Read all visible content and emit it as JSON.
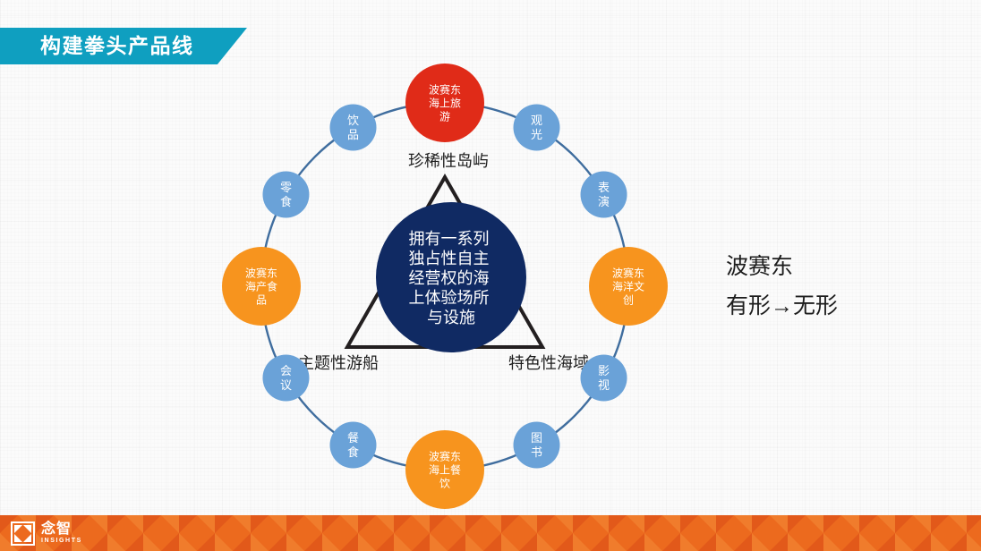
{
  "slide": {
    "title": "构建拳头产品线",
    "background_color": "#fbfbfb"
  },
  "colors": {
    "banner": "#0f9fc0",
    "ring_stroke": "#3f6d9e",
    "core": "#102a63",
    "primary_red": "#e02b18",
    "orange": "#f7941e",
    "blue_node": "#6aa2d8",
    "triangle": "#231f20",
    "footer": "#ec6a1e"
  },
  "core": {
    "label": "拥有一系列独占性自主经营权的海上体验场所与设施",
    "lines": [
      "拥有一系列",
      "独占性自主",
      "经营权的海",
      "上体验场所",
      "与设施"
    ]
  },
  "triangle_labels": [
    {
      "id": "top",
      "text": "珍稀性岛屿"
    },
    {
      "id": "bottom-left",
      "text": "主题性游船"
    },
    {
      "id": "bottom-right",
      "text": "特色性海域"
    }
  ],
  "ring_nodes": [
    {
      "id": "hero-tourism",
      "kind": "large",
      "color": "#e02b18",
      "lines": [
        "波赛东",
        "海上旅",
        "游"
      ]
    },
    {
      "id": "sightseeing",
      "kind": "small",
      "color": "#6aa2d8",
      "lines": [
        "观",
        "光"
      ]
    },
    {
      "id": "performance",
      "kind": "small",
      "color": "#6aa2d8",
      "lines": [
        "表",
        "演"
      ]
    },
    {
      "id": "marine-ip",
      "kind": "large",
      "color": "#f7941e",
      "lines": [
        "波赛东",
        "海洋文",
        "创"
      ]
    },
    {
      "id": "film-tv",
      "kind": "small",
      "color": "#6aa2d8",
      "lines": [
        "影",
        "视"
      ]
    },
    {
      "id": "books",
      "kind": "small",
      "color": "#6aa2d8",
      "lines": [
        "图",
        "书"
      ]
    },
    {
      "id": "dining",
      "kind": "large",
      "color": "#f7941e",
      "lines": [
        "波赛东",
        "海上餐",
        "饮"
      ]
    },
    {
      "id": "catering",
      "kind": "small",
      "color": "#6aa2d8",
      "lines": [
        "餐",
        "食"
      ]
    },
    {
      "id": "conference",
      "kind": "small",
      "color": "#6aa2d8",
      "lines": [
        "会",
        "议"
      ]
    },
    {
      "id": "seafood",
      "kind": "large",
      "color": "#f7941e",
      "lines": [
        "波赛东",
        "海产食",
        "品"
      ]
    },
    {
      "id": "snacks",
      "kind": "small",
      "color": "#6aa2d8",
      "lines": [
        "零",
        "食"
      ]
    },
    {
      "id": "beverages",
      "kind": "small",
      "color": "#6aa2d8",
      "lines": [
        "饮",
        "品"
      ]
    }
  ],
  "side_caption": {
    "line1": "波赛东",
    "line2": "有形→无形"
  },
  "footer": {
    "logo_cn": "念智",
    "logo_en": "INSIGHTS"
  }
}
